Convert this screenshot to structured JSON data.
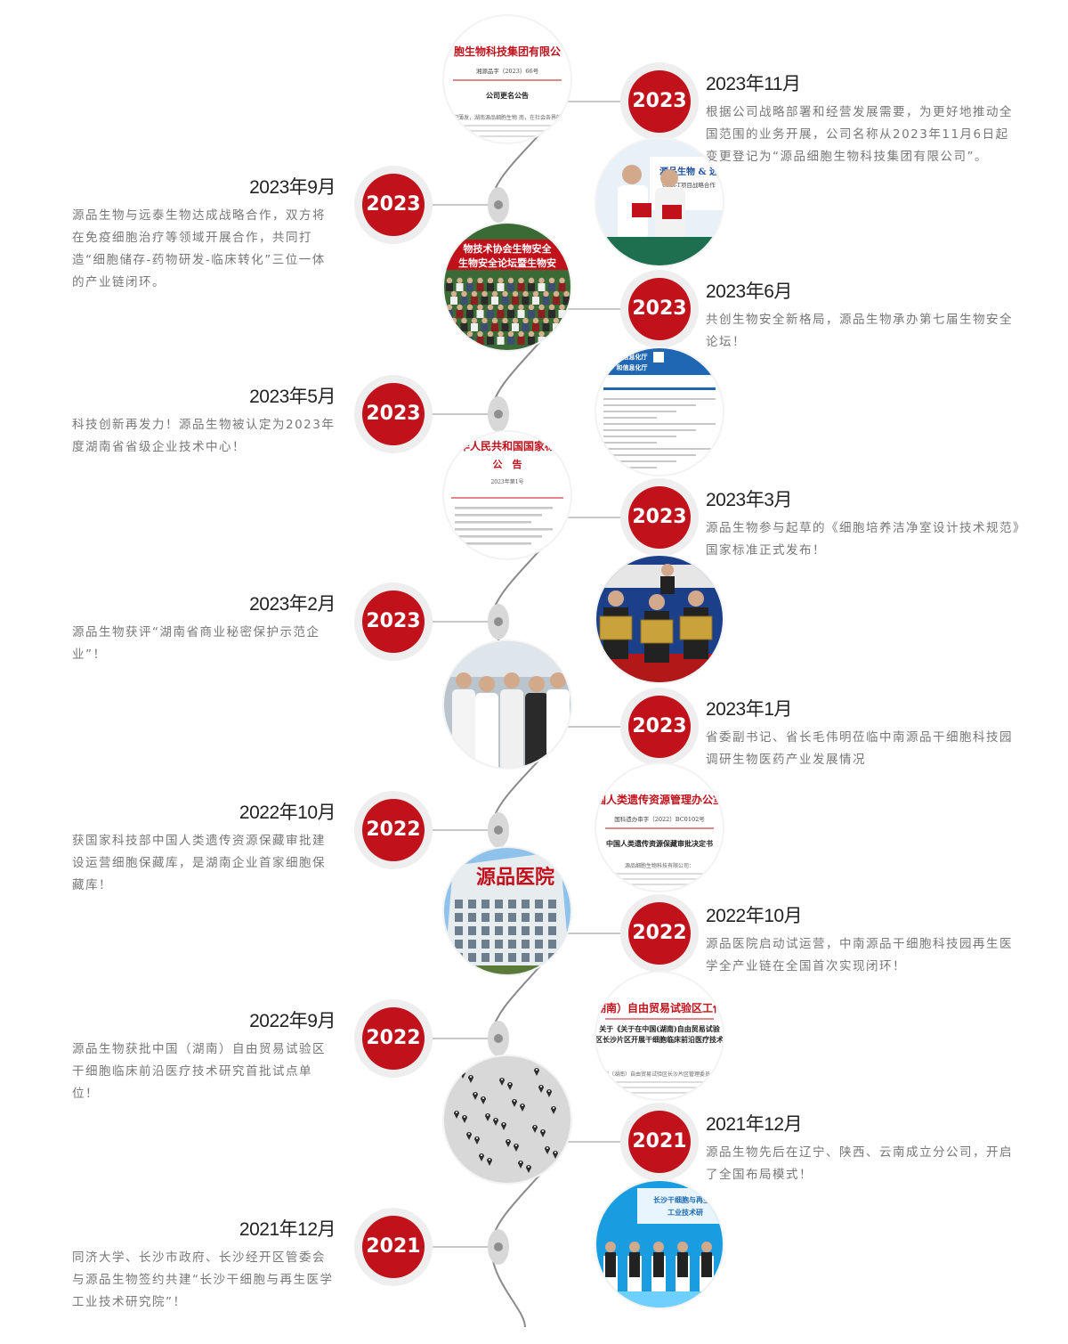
{
  "colors": {
    "accent_red": "#c1121c",
    "badge_ring": "#eeeeee",
    "line_gray": "#8a8a8a",
    "text_gray": "#777777"
  },
  "events": [
    {
      "side": "right",
      "year": "2023",
      "date": "2023年11月",
      "desc": "根据公司战略部署和经营发展需要，为更好地推动全国范围的业务开展，公司名称从2023年11月6日起变更登记为“源品细胞生物科技集团有限公司”。",
      "image": {
        "kind": "document",
        "heading": "胞生物科技集团有限公",
        "number": "湘源品字（2023）66号",
        "title": "公司更名公告",
        "body": "厚积薄发，湖南源品细胞生物    南，在社会各界的大"
      }
    },
    {
      "side": "left",
      "year": "2023",
      "date": "2023年9月",
      "desc": "源品生物与远泰生物达成战略合作，双方将在免疫细胞治疗等领域开展合作，共同打造“细胞储存-药物研发-临床转化”三位一体的产业链闭环。",
      "image": {
        "kind": "signing",
        "heading": "源品生物 & 远",
        "subheading": "CAR-T项目战略合作"
      }
    },
    {
      "side": "right",
      "year": "2023",
      "date": "2023年6月",
      "desc": "共创生物安全新格局，源品生物承办第七届生物安全论坛！",
      "image": {
        "kind": "group",
        "heading": "物技术协会生物安全",
        "subheading": "生物安全论坛暨生物安"
      }
    },
    {
      "side": "left",
      "year": "2023",
      "date": "2023年5月",
      "desc": "科技创新再发力！源品生物被认定为2023年度湖南省省级企业技术中心！",
      "image": {
        "kind": "webpage",
        "heading": "和信息化厅",
        "subheading": "和信息化厅"
      }
    },
    {
      "side": "right",
      "year": "2023",
      "date": "2023年3月",
      "desc": "源品生物参与起草的《细胞培养洁净室设计技术规范》国家标准正式发布！",
      "image": {
        "kind": "announcement",
        "heading": "华人民共和国国家标",
        "title": "公　告",
        "number": "2023年第1号"
      }
    },
    {
      "side": "left",
      "year": "2023",
      "date": "2023年2月",
      "desc": "源品生物获评“湖南省商业秘密保护示范企业”！",
      "image": {
        "kind": "award"
      }
    },
    {
      "side": "right",
      "year": "2023",
      "date": "2023年1月",
      "desc": "省委副书记、省长毛伟明莅临中南源品干细胞科技园调研生物医药产业发展情况",
      "image": {
        "kind": "visit"
      }
    },
    {
      "side": "left",
      "year": "2022",
      "date": "2022年10月",
      "desc": "获国家科技部中国人类遗传资源保藏审批建设运营细胞保藏库，是湖南企业首家细胞保藏库！",
      "image": {
        "kind": "document",
        "heading": "中国人类遗传资源管理办公室文",
        "number": "国科遗办审字（2022）BC0102号",
        "title": "中国人类遗传资源保藏审批决定书",
        "body": "源品细胞生物科技有限公司："
      }
    },
    {
      "side": "right",
      "year": "2022",
      "date": "2022年10月",
      "desc": "源品医院启动试运营，中南源品干细胞科技园再生医学全产业链在全国首次实现闭环！",
      "image": {
        "kind": "building",
        "heading": "源品医院"
      }
    },
    {
      "side": "left",
      "year": "2022",
      "date": "2022年9月",
      "desc": "源品生物获批中国（湖南）自由贸易试验区干细胞临床前沿医疗技术研究首批试点单位！",
      "image": {
        "kind": "document",
        "heading": "国（湖南）自由贸易试验区工作办公",
        "number": "",
        "title": "关于《关于在中国(湖南)自由贸易试验区长沙片区开展干细胞临床前沿医疗技术研究改革试点工作的请示》的复函",
        "body": "中国（湖南）自由贸易试验区长沙片区管理委员会："
      }
    },
    {
      "side": "right",
      "year": "2021",
      "date": "2021年12月",
      "desc": "源品生物先后在辽宁、陕西、云南成立分公司，开启了全国布局模式！",
      "image": {
        "kind": "map"
      }
    },
    {
      "side": "left",
      "year": "2021",
      "date": "2021年12月",
      "desc": "同济大学、长沙市政府、长沙经开区管委会与源品生物签约共建“长沙干细胞与再生医学工业技术研究院”！",
      "image": {
        "kind": "stage",
        "heading": "长沙干细胞与再生",
        "subheading": "工业技术研"
      }
    }
  ]
}
